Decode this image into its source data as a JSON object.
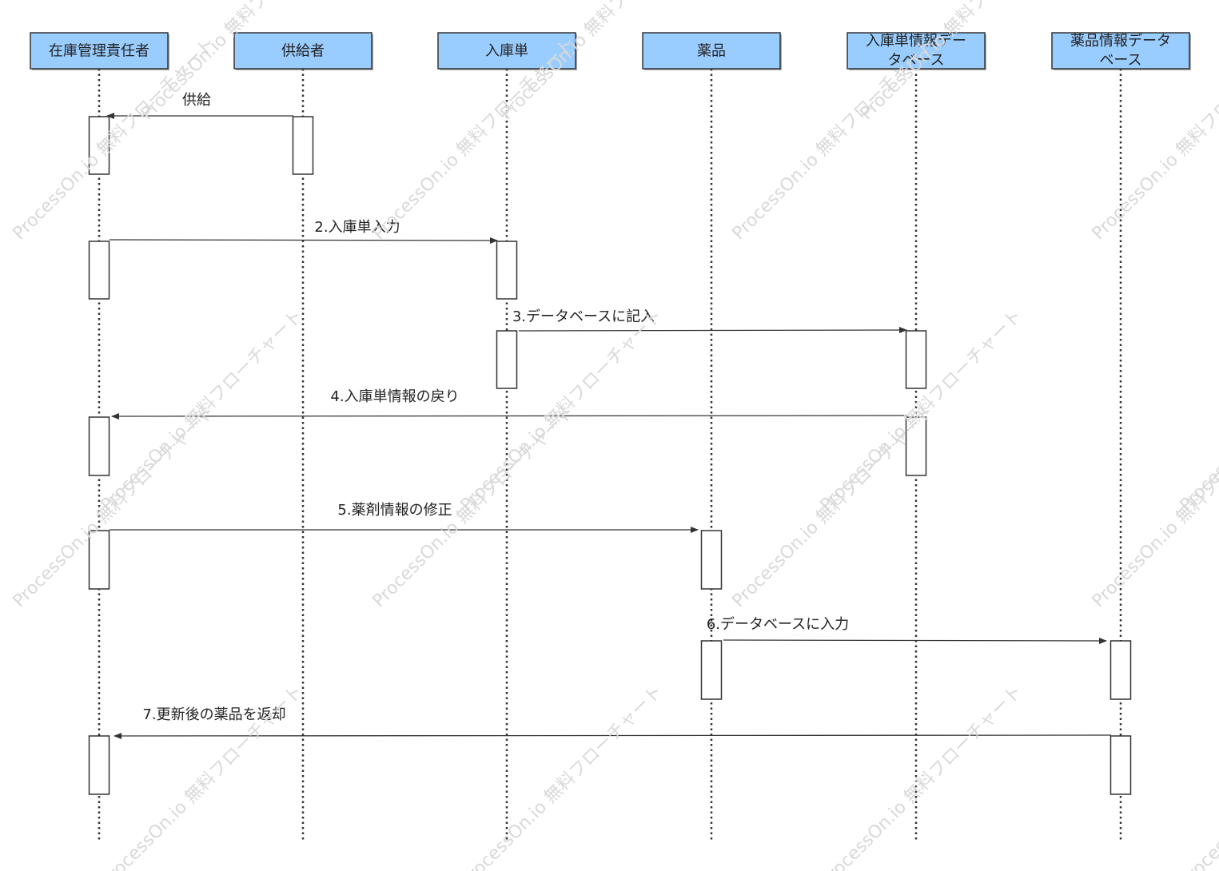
{
  "participants": [
    {
      "name": "在庫管理責任者",
      "lines": [
        "在庫管理責任者"
      ]
    },
    {
      "name": "供給者",
      "lines": [
        "供給者"
      ]
    },
    {
      "name": "入庫単",
      "lines": [
        "入庫単"
      ]
    },
    {
      "name": "薬品",
      "lines": [
        "薬品"
      ]
    },
    {
      "name": "入庫単情報データベース",
      "lines": [
        "入庫単情報デー",
        "タベース"
      ]
    },
    {
      "name": "薬品情報データベース",
      "lines": [
        "薬品情報データ",
        "ベース"
      ]
    }
  ],
  "messages": [
    {
      "label": "供給",
      "from": 1,
      "to": 0
    },
    {
      "label": "2.入庫単入力",
      "from": 0,
      "to": 2
    },
    {
      "label": "3.データベースに記入",
      "from": 2,
      "to": 4
    },
    {
      "label": "4.入庫単情報の戻り",
      "from": 4,
      "to": 0
    },
    {
      "label": "5.薬剤情報の修正",
      "from": 0,
      "to": 3
    },
    {
      "label": "6.データベースに入力",
      "from": 3,
      "to": 5
    },
    {
      "label": "7.更新後の薬品を返却",
      "from": 5,
      "to": 0
    }
  ],
  "watermark": "ProcessOn.io 無料フローチャート",
  "colors": {
    "header_fill": "#99ccff",
    "header_stroke": "#333333",
    "line": "#333333",
    "text": "#222222"
  }
}
